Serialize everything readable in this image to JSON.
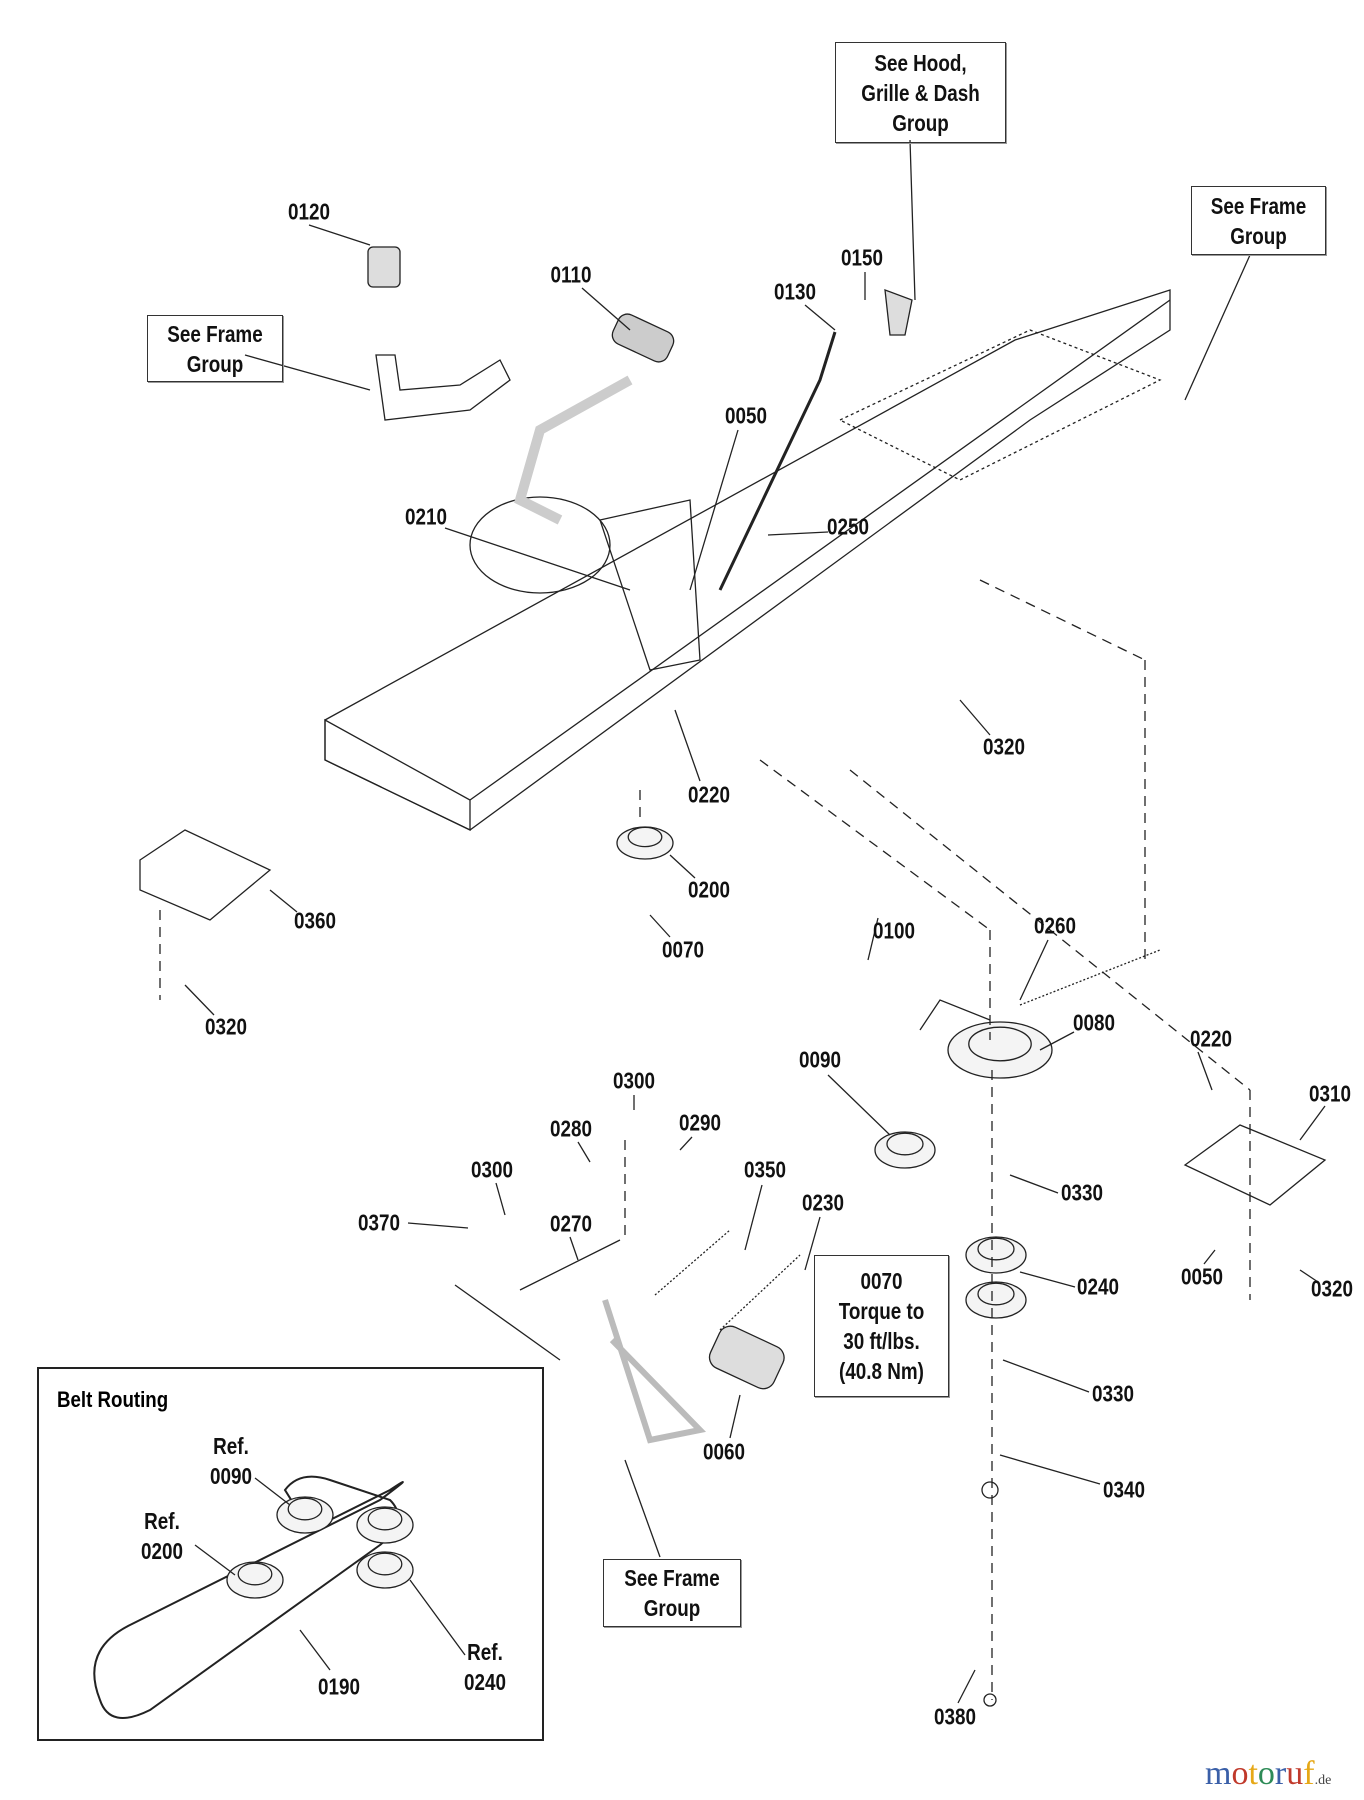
{
  "callouts": [
    "0120",
    "0110",
    "0150",
    "0130",
    "0050",
    "0210",
    "0250",
    "0320",
    "0220",
    "0200",
    "0070",
    "0360",
    "0320",
    "0100",
    "0260",
    "0080",
    "0090",
    "0220",
    "0310",
    "0300",
    "0290",
    "0280",
    "0350",
    "0300",
    "0230",
    "0370",
    "0270",
    "0330",
    "0240",
    "0050",
    "0320",
    "0330",
    "0060",
    "0340",
    "0380"
  ],
  "reference_boxes": {
    "hood": [
      "See Hood,",
      "Grille & Dash",
      "Group"
    ],
    "frame_top_right": [
      "See Frame",
      "Group"
    ],
    "frame_left": [
      "See Frame",
      "Group"
    ],
    "frame_bottom": [
      "See Frame",
      "Group"
    ]
  },
  "torque_note": {
    "part": "0070",
    "lines": [
      "Torque to",
      "30 ft/lbs.",
      "(40.8 Nm)"
    ]
  },
  "belt_routing": {
    "title": "Belt Routing",
    "refs": [
      {
        "prefix": "Ref.",
        "part": "0090"
      },
      {
        "prefix": "Ref.",
        "part": "0200"
      },
      {
        "prefix": "Ref.",
        "part": "0240"
      }
    ],
    "belt_part": "0190"
  },
  "watermark": {
    "main": "motoruf",
    "suffix": ".de",
    "colors": [
      "#3a5fa8",
      "#c0392b",
      "#e6a817",
      "#2e8b57"
    ]
  }
}
